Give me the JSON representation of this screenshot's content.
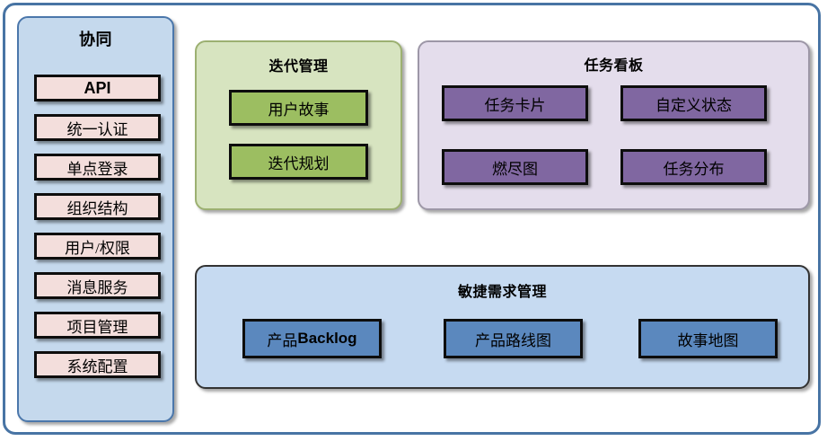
{
  "diagram": {
    "panels": {
      "sidebar": {
        "title": "协同",
        "items": [
          {
            "label": "API"
          },
          {
            "label": "统一认证"
          },
          {
            "label": "单点登录"
          },
          {
            "label": "组织结构"
          },
          {
            "label": "用户/权限"
          },
          {
            "label": "消息服务"
          },
          {
            "label": "项目管理"
          },
          {
            "label": "系统配置"
          }
        ]
      },
      "iteration": {
        "title": "迭代管理",
        "items": [
          {
            "label": "用户故事"
          },
          {
            "label": "迭代规划"
          }
        ]
      },
      "taskboard": {
        "title": "任务看板",
        "items": [
          {
            "label": "任务卡片"
          },
          {
            "label": "自定义状态"
          },
          {
            "label": "燃尽图"
          },
          {
            "label": "任务分布"
          }
        ]
      },
      "agile": {
        "title": "敏捷需求管理",
        "items": [
          {
            "label": "产品Backlog"
          },
          {
            "label": "产品路线图"
          },
          {
            "label": "故事地图"
          }
        ]
      }
    },
    "colors": {
      "outer_border": "#4874A4",
      "sidebar_bg": "#C5D9ED",
      "sidebar_border": "#4B77AB",
      "chip_pink": "#F3DEDC",
      "iteration_bg": "#D7E4C0",
      "iteration_border": "#9CB071",
      "chip_green": "#9CBE61",
      "taskboard_bg": "#E4DDEC",
      "taskboard_border": "#9D97A7",
      "chip_purple": "#8067A1",
      "agile_bg": "#C6DAF1",
      "agile_border": "#333333",
      "chip_blue": "#5B88BE",
      "chip_outline": "#0D0D0D"
    }
  }
}
